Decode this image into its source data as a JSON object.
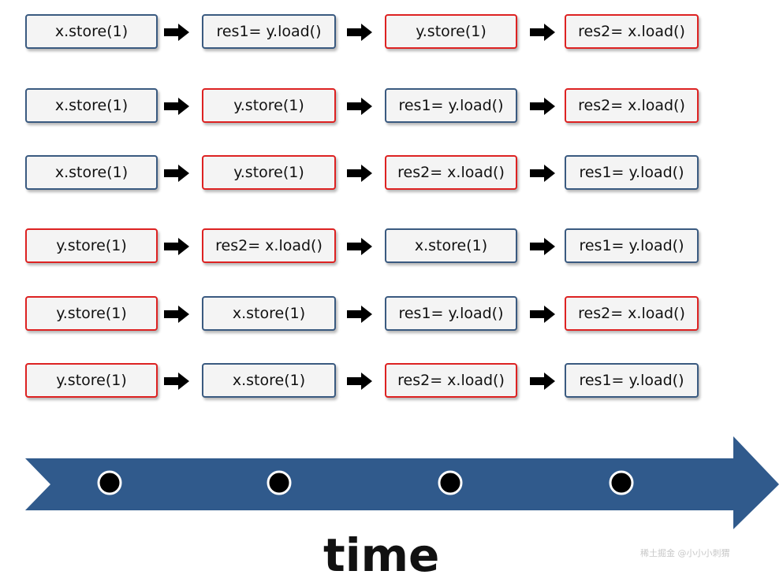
{
  "colors": {
    "blue_border": "#3a5a80",
    "red_border": "#dd2222",
    "timeline_fill": "#305a8c",
    "box_fill": "#f4f4f4"
  },
  "rows": [
    {
      "ops": [
        {
          "label": "x.store(1)",
          "color": "blue"
        },
        {
          "label": "res1= y.load()",
          "color": "blue"
        },
        {
          "label": "y.store(1)",
          "color": "red"
        },
        {
          "label": "res2= x.load()",
          "color": "red"
        }
      ]
    },
    {
      "ops": [
        {
          "label": "x.store(1)",
          "color": "blue"
        },
        {
          "label": "y.store(1)",
          "color": "red"
        },
        {
          "label": "res1= y.load()",
          "color": "blue"
        },
        {
          "label": "res2= x.load()",
          "color": "red"
        }
      ]
    },
    {
      "ops": [
        {
          "label": "x.store(1)",
          "color": "blue"
        },
        {
          "label": "y.store(1)",
          "color": "red"
        },
        {
          "label": "res2= x.load()",
          "color": "red"
        },
        {
          "label": "res1= y.load()",
          "color": "blue"
        }
      ]
    },
    {
      "ops": [
        {
          "label": "y.store(1)",
          "color": "red"
        },
        {
          "label": "res2= x.load()",
          "color": "red"
        },
        {
          "label": "x.store(1)",
          "color": "blue"
        },
        {
          "label": "res1= y.load()",
          "color": "blue"
        }
      ]
    },
    {
      "ops": [
        {
          "label": "y.store(1)",
          "color": "red"
        },
        {
          "label": "x.store(1)",
          "color": "blue"
        },
        {
          "label": "res1= y.load()",
          "color": "blue"
        },
        {
          "label": "res2= x.load()",
          "color": "red"
        }
      ]
    },
    {
      "ops": [
        {
          "label": "y.store(1)",
          "color": "red"
        },
        {
          "label": "x.store(1)",
          "color": "blue"
        },
        {
          "label": "res2= x.load()",
          "color": "red"
        },
        {
          "label": "res1= y.load()",
          "color": "blue"
        }
      ]
    }
  ],
  "timeline": {
    "label": "time",
    "markers": 4
  },
  "watermark": "稀土掘金 @小小小刺猬"
}
